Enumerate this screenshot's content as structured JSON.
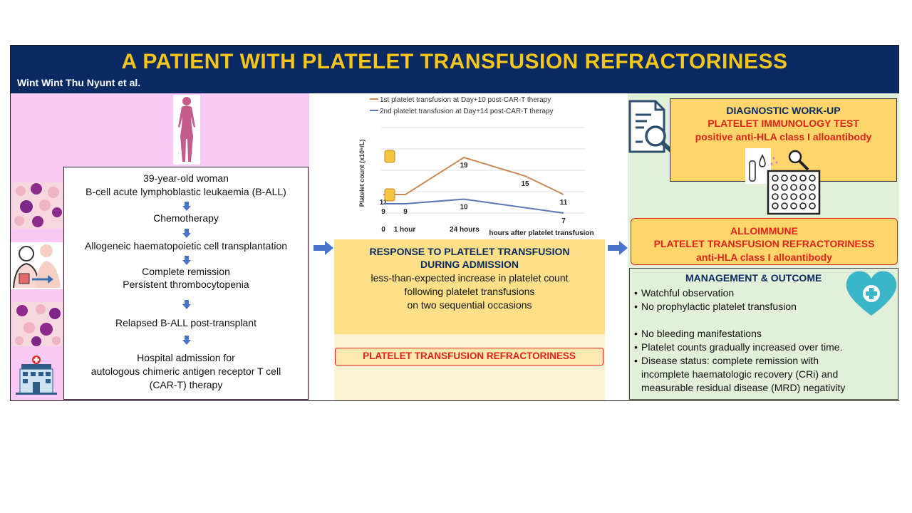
{
  "header": {
    "title": "A PATIENT WITH PLATELET TRANSFUSION REFRACTORINESS",
    "authors": "Wint Wint Thu Nyunt et al."
  },
  "timeline": [
    "39-year-old woman",
    "B-cell acute lymphoblastic leukaemia (B-ALL)",
    "Chemotherapy",
    "Allogeneic haematopoietic cell transplantation",
    "Complete remission",
    "Persistent thrombocytopenia",
    "Relapsed B-ALL post-transplant",
    "Hospital admission for",
    "autologous chimeric antigen receptor T cell",
    "(CAR-T) therapy"
  ],
  "chart_data": {
    "type": "line",
    "ylabel": "Platelet count (x10⁹/L)",
    "xlabel": "hours after platelet transfusion",
    "x_ticks": [
      "0",
      "1 hour",
      "24 hours"
    ],
    "series": [
      {
        "name": "1st platelet transfusion at Day+10 post-CAR-T therapy",
        "color": "#c98a55",
        "labels": [
          "11",
          "11",
          "19",
          "15",
          "11"
        ],
        "values": [
          11,
          11,
          19,
          15,
          11
        ]
      },
      {
        "name": "2nd platelet transfusion at Day+14 post-CAR-T therapy",
        "color": "#5b77b8",
        "labels": [
          "9",
          "9",
          "10",
          "7"
        ],
        "values": [
          9,
          9,
          10,
          7
        ]
      }
    ]
  },
  "response": {
    "heading1": "RESPONSE TO PLATELET TRANSFUSION",
    "heading2": "DURING ADMISSION",
    "line1": "less-than-expected  increase in platelet count",
    "line2": "following platelet transfusions",
    "line3": "on two sequential occasions"
  },
  "refractoriness": "PLATELET TRANSFUSION REFRACTORINESS",
  "diagnostic": {
    "title": "DIAGNOSTIC WORK-UP",
    "test": "PLATELET IMMUNOLOGY  TEST",
    "result": "positive anti-HLA class I alloantibody"
  },
  "alloimmune": {
    "line1": "ALLOIMMUNE",
    "line2": "PLATELET TRANSFUSION REFRACTORINESS",
    "line3": "anti-HLA class I alloantibody"
  },
  "management": {
    "title": "MANAGEMENT & OUTCOME",
    "items": [
      "Watchful  observation",
      "No prophylactic platelet transfusion",
      "No bleeding manifestations",
      "Platelet counts gradually increased over time.",
      "Disease status:  complete remission with",
      "incomplete haematologic recovery (CRi) and",
      "measurable residual disease (MRD) negativity"
    ]
  },
  "colors": {
    "header_bg": "#0b2a63",
    "title": "#f5c518",
    "accent_red": "#e0241b",
    "arrow_blue": "#4a74c9"
  }
}
